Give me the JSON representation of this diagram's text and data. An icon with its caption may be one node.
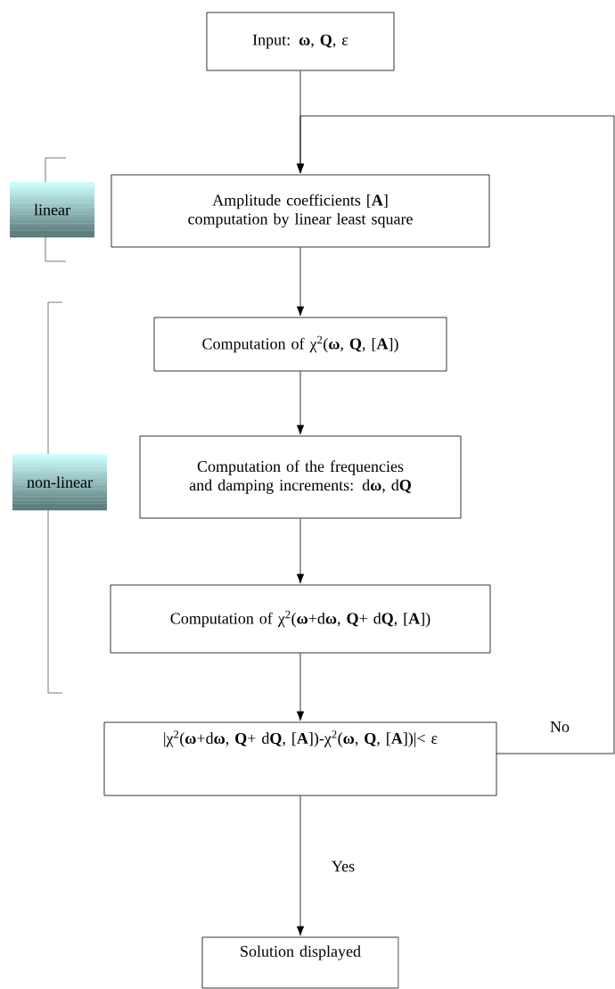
{
  "diagram": {
    "nodes": [
      {
        "text": [
          "Input: **ω**, **Q**, ε"
        ]
      },
      {
        "text": [
          "Amplitude coefficients [**A**] computation by linear least square"
        ]
      },
      {
        "text": [
          "Computation of χ$^{2}$(**ω**, **Q**, [**A**])"
        ]
      },
      {
        "text": [
          "Computation of the frequencies and damping increments: d**ω**, d**Q**"
        ]
      },
      {
        "text": [
          "Computation of χ$^{2}$(**ω**+d**ω**, **Q**+ d**Q**, [**A**])"
        ]
      },
      {
        "text": [
          "|χ$^{2}$(**ω**+d**ω**, **Q**+ d**Q**, [**A**])-χ$^{2}$(**ω**, **Q**, [**A**])|< ε"
        ]
      },
      {
        "text": [
          "Solution displayed"
        ]
      },
      {
        "text": [
          "linear"
        ]
      },
      {
        "text": [
          "non-linear"
        ]
      }
    ],
    "edges": [
      {
        "from": 0,
        "to": 1,
        "arrow": "to"
      },
      {
        "from": 1,
        "to": 2,
        "arrow": "to"
      },
      {
        "from": 2,
        "to": 3,
        "arrow": "to"
      },
      {
        "from": 3,
        "to": 4,
        "arrow": "to"
      },
      {
        "from": 4,
        "to": 5,
        "arrow": "to"
      },
      {
        "from": 5,
        "to": 6,
        "arrow": "to",
        "label": "Yes"
      },
      {
        "from": 5,
        "to": 1,
        "arrow": "to",
        "label": "No"
      }
    ]
  }
}
